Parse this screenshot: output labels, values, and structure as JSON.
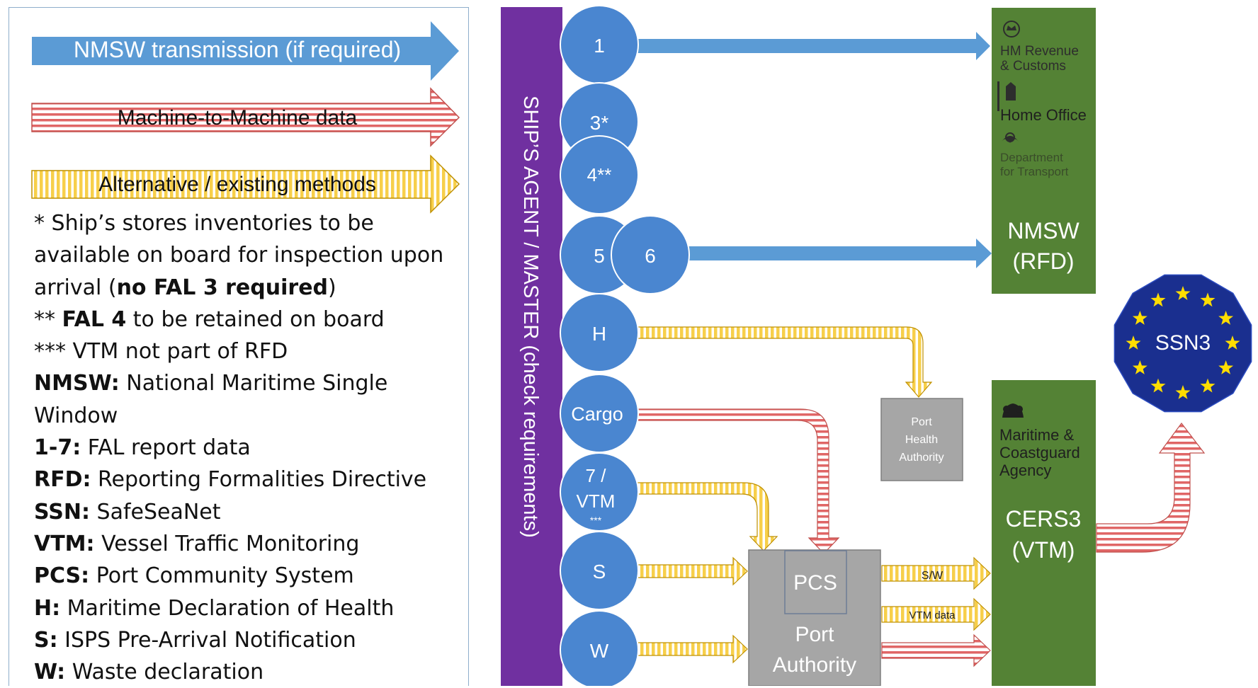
{
  "legend": {
    "nmsw_transmission": "NMSW transmission (if required)",
    "machine_to_machine": "Machine-to-Machine data",
    "alternative_methods": "Alternative / existing methods"
  },
  "notes": {
    "stores_1": "* Ship’s stores inventories to be",
    "stores_2": "available on board for inspection upon",
    "stores_3_pre": "arrival (",
    "stores_3_bold": "no FAL 3 required",
    "stores_3_post": ")",
    "fal4_pre": "** ",
    "fal4_bold": "FAL 4",
    "fal4_post": " to be retained on board",
    "vtm_note": "*** VTM not part of RFD",
    "definitions": [
      {
        "key": "NMSW:",
        "text": " National Maritime Single"
      },
      {
        "key": "",
        "text": "Window"
      },
      {
        "key": "1-7:",
        "text": " FAL report data"
      },
      {
        "key": "RFD:",
        "text": " Reporting Formalities Directive"
      },
      {
        "key": "SSN:",
        "text": " SafeSeaNet"
      },
      {
        "key": "VTM:",
        "text": " Vessel Traffic Monitoring"
      },
      {
        "key": "PCS:",
        "text": " Port Community System"
      },
      {
        "key": "H:",
        "text": " Maritime Declaration of Health"
      },
      {
        "key": "S:",
        "text": " ISPS Pre-Arrival Notification"
      },
      {
        "key": "W:",
        "text": " Waste declaration"
      }
    ]
  },
  "agent_bar": "SHIP’S AGENT / MASTER (check requirements)",
  "circles": {
    "c1": "1",
    "c3": "3*",
    "c4": "4**",
    "c5": "5",
    "c6": "6",
    "cH": "H",
    "cCargo": "Cargo",
    "c7_line1": "7 /",
    "c7_line2": "VTM",
    "c7_line3": "***",
    "cS": "S",
    "cW": "W"
  },
  "nmsw_box": {
    "hmrc_line1": "HM Revenue",
    "hmrc_line2": "& Customs",
    "home_office": "Home Office",
    "dft_line1": "Department",
    "dft_line2": "for Transport",
    "title_line1": "NMSW",
    "title_line2": "(RFD)"
  },
  "cers_box": {
    "mca_line1": "Maritime &",
    "mca_line2": "Coastguard",
    "mca_line3": "Agency",
    "title_line1": "CERS3",
    "title_line2": "(VTM)"
  },
  "port_health": {
    "line1": "Port",
    "line2": "Health",
    "line3": "Authority"
  },
  "port_authority": {
    "pcs": "PCS",
    "line1": "Port",
    "line2": "Authority"
  },
  "arrow_labels": {
    "sw": "S/W",
    "vtm_data": "VTM data"
  },
  "ssn3": "SSN3",
  "colors": {
    "blue_arrow": "#5b9bd5",
    "circle_blue": "#4a86d0",
    "purple_bar": "#7030a0",
    "green_box": "#548235",
    "grey_box": "#a6a6a6",
    "eu_blue": "#1a2f8f",
    "eu_star": "#ffdd00",
    "stripe_red": "#e06666",
    "stripe_yellow": "#ffd966"
  }
}
